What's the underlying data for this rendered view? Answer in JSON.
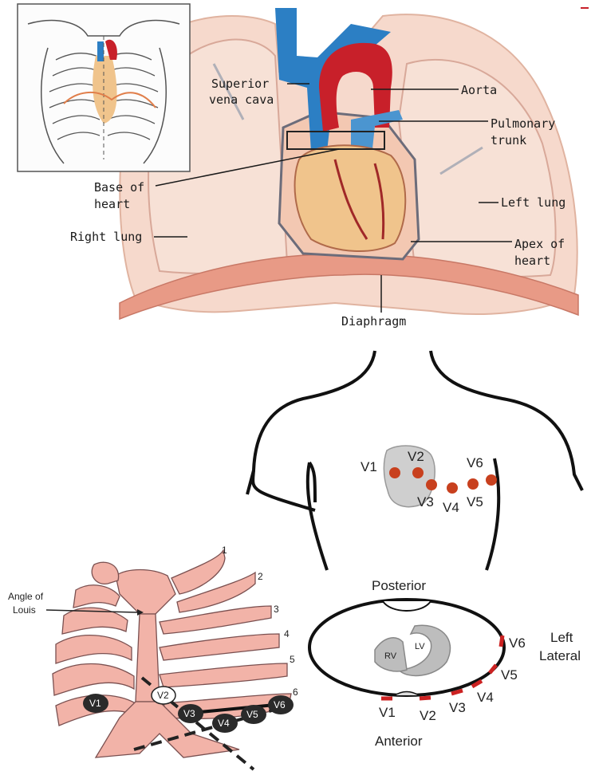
{
  "heart_panel": {
    "labels": {
      "svc_1": "Superior",
      "svc_2": "vena cava",
      "aorta": "Aorta",
      "pulm_1": "Pulmonary",
      "pulm_2": "trunk",
      "base_1": "Base of",
      "base_2": "heart",
      "left_lung": "Left lung",
      "right_lung": "Right lung",
      "apex_1": "Apex of",
      "apex_2": "heart",
      "diaphragm": "Diaphragm"
    }
  },
  "torso_panel": {
    "leads": [
      "V1",
      "V2",
      "V3",
      "V4",
      "V5",
      "V6"
    ]
  },
  "ribcage_panel": {
    "angle_1": "Angle of",
    "angle_2": "Louis",
    "ribs": [
      "1",
      "2",
      "3",
      "4",
      "5",
      "6"
    ],
    "leads": [
      "V1",
      "V2",
      "V3",
      "V4",
      "V5",
      "V6"
    ]
  },
  "cross_section": {
    "posterior": "Posterior",
    "anterior": "Anterior",
    "left_1": "Left",
    "left_2": "Lateral",
    "rv": "RV",
    "lv": "LV",
    "leads": [
      "V1",
      "V2",
      "V3",
      "V4",
      "V5",
      "V6"
    ]
  },
  "colors": {
    "lead_marker": "#c8401e",
    "rib_fill": "#f2b3a8",
    "lung_fill": "#f6d9cc",
    "vein": "#2c7fc4",
    "artery": "#c8202a"
  }
}
